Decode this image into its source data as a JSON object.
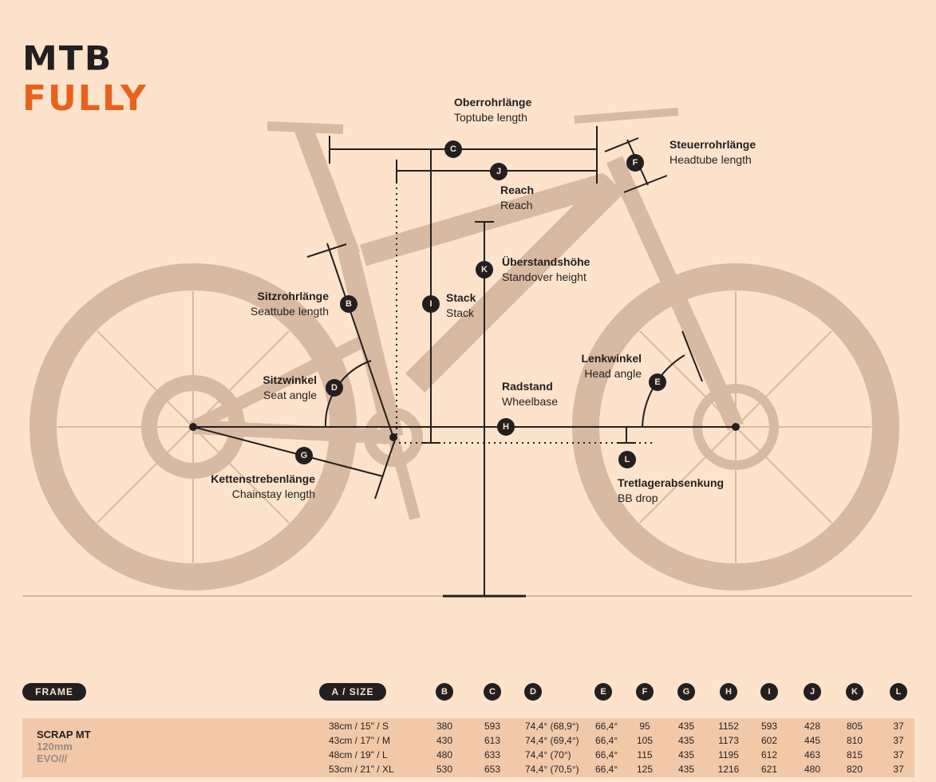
{
  "title": {
    "line1": "MTB",
    "line2": "FULLY"
  },
  "colors": {
    "background": "#fde3cb",
    "accent": "#e8621e",
    "ink": "#231f20",
    "silhouette": "#d8b9a1",
    "table_band": "#f2c9a8"
  },
  "measurements": [
    {
      "letter": "C",
      "de": "Oberrohrlänge",
      "en": "Toptube length"
    },
    {
      "letter": "F",
      "de": "Steuerrohrlänge",
      "en": "Headtube length"
    },
    {
      "letter": "J",
      "de": "Reach",
      "en": "Reach"
    },
    {
      "letter": "K",
      "de": "Überstandshöhe",
      "en": "Standover height"
    },
    {
      "letter": "B",
      "de": "Sitzrohrlänge",
      "en": "Seattube length"
    },
    {
      "letter": "I",
      "de": "Stack",
      "en": "Stack"
    },
    {
      "letter": "D",
      "de": "Sitzwinkel",
      "en": "Seat angle"
    },
    {
      "letter": "H",
      "de": "Radstand",
      "en": "Wheelbase"
    },
    {
      "letter": "E",
      "de": "Lenkwinkel",
      "en": "Head angle"
    },
    {
      "letter": "G",
      "de": "Kettenstrebenlänge",
      "en": "Chainstay length"
    },
    {
      "letter": "L",
      "de": "Tretlagerabsenkung",
      "en": "BB drop"
    }
  ],
  "table": {
    "frame_label": "FRAME",
    "size_label": "A / SIZE",
    "columns": [
      "B",
      "C",
      "D",
      "E",
      "F",
      "G",
      "H",
      "I",
      "J",
      "K",
      "L"
    ],
    "model": {
      "name": "SCRAP MT",
      "travel": "120mm",
      "tag": "EVO///"
    },
    "rows": [
      {
        "size": "38cm / 15\" / S",
        "values": [
          "380",
          "593",
          "74,4° (68,9°)",
          "66,4°",
          "95",
          "435",
          "1152",
          "593",
          "428",
          "805",
          "37"
        ]
      },
      {
        "size": "43cm / 17\" / M",
        "values": [
          "430",
          "613",
          "74,4° (69,4°)",
          "66,4°",
          "105",
          "435",
          "1173",
          "602",
          "445",
          "810",
          "37"
        ]
      },
      {
        "size": "48cm / 19\" / L",
        "values": [
          "480",
          "633",
          "74,4° (70°)",
          "66,4°",
          "115",
          "435",
          "1195",
          "612",
          "463",
          "815",
          "37"
        ]
      },
      {
        "size": "53cm / 21\" / XL",
        "values": [
          "530",
          "653",
          "74,4° (70,5°)",
          "66,4°",
          "125",
          "435",
          "1216",
          "621",
          "480",
          "820",
          "37"
        ]
      }
    ]
  }
}
